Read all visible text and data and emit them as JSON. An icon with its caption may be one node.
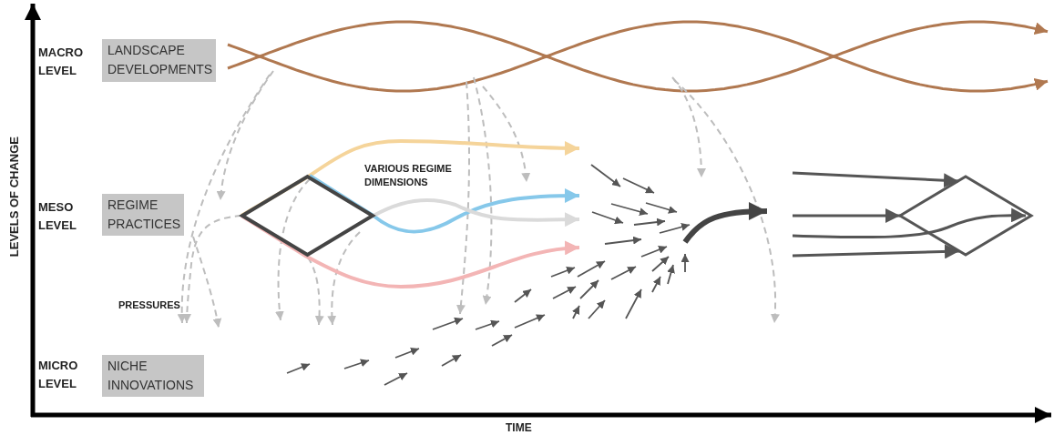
{
  "diagram": {
    "nodes": [
      {
        "text": [
          "LANDSCAPE DEVELOPMENTS"
        ]
      },
      {
        "text": [
          "REGIME PRACTICES"
        ]
      },
      {
        "text": [
          "NICHE INNOVATIONS"
        ]
      },
      {
        "text": [],
        "shape": "diamond"
      },
      {
        "text": [],
        "shape": "diamond"
      }
    ],
    "edges": [
      {
        "from": 3,
        "to": null,
        "arrow": "to",
        "color": "#f5d49a"
      },
      {
        "from": 3,
        "to": null,
        "arrow": "to",
        "color": "#86c8ea"
      },
      {
        "from": 3,
        "to": null,
        "arrow": "to",
        "color": "#dadada"
      },
      {
        "from": 3,
        "to": null,
        "arrow": "to",
        "color": "#f3b5b5"
      },
      {
        "from": null,
        "to": 4,
        "arrow": "to"
      },
      {
        "from": null,
        "to": 4,
        "arrow": "to"
      },
      {
        "from": null,
        "to": 4,
        "arrow": "to"
      },
      {
        "from": null,
        "to": 4,
        "arrow": "to"
      }
    ],
    "labels": [
      "MACRO LEVEL",
      "VARIOUS REGIME DIMENSIONS",
      "MESO LEVEL",
      "PRESSURES",
      "MICRO LEVEL",
      "LEVELS OF CHANGE",
      "TIME"
    ]
  }
}
